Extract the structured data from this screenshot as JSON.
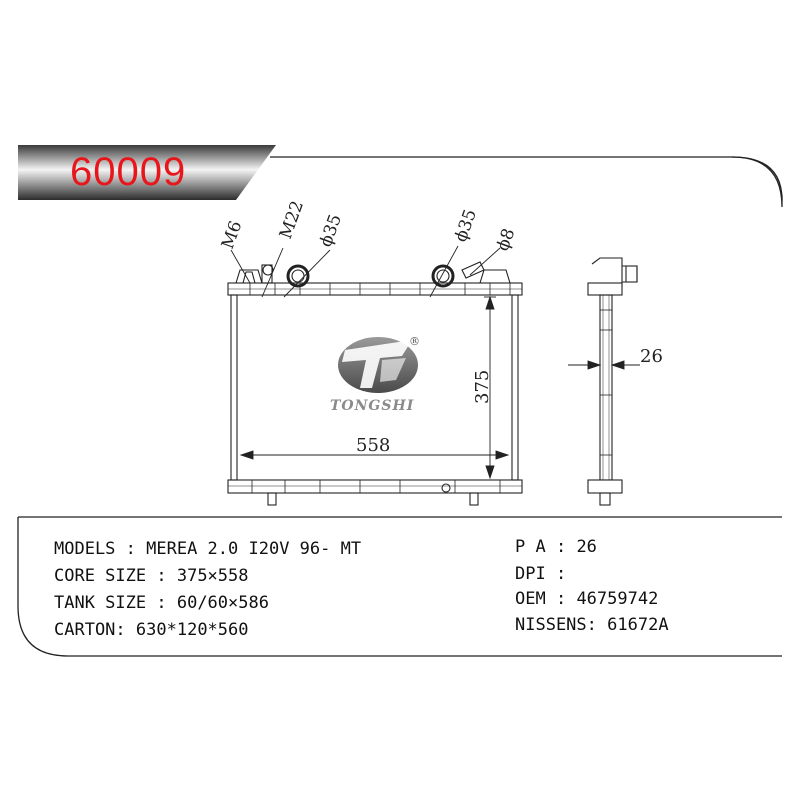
{
  "part_number": "60009",
  "drawing": {
    "front_labels": {
      "m6": "M6",
      "m22": "M22",
      "phi35_left": "ϕ35",
      "phi35_right": "ϕ35",
      "phi8": "ϕ8",
      "core_height": "375",
      "core_width": "558"
    },
    "side_labels": {
      "thickness": "26"
    },
    "logo": {
      "brand": "TONGSHI",
      "registered": "®"
    }
  },
  "specs": {
    "models": {
      "label": "MODELS",
      "sep": " : ",
      "value": "MEREA 2.0 I20V 96- MT"
    },
    "core_size": {
      "label": "CORE SIZE",
      "sep": " : ",
      "value": "375×558"
    },
    "tank_size": {
      "label": "TANK SIZE",
      "sep": " : ",
      "value": "60/60×586"
    },
    "carton": {
      "label": "CARTON",
      "sep": ": ",
      "value": "630*120*560"
    },
    "pa": {
      "label": "P A",
      "sep": " : ",
      "value": "26"
    },
    "dpi": {
      "label": "DPI",
      "sep": " : ",
      "value": ""
    },
    "oem": {
      "label": "OEM",
      "sep": " : ",
      "value": "46759742"
    },
    "nissens": {
      "label": "NISSENS",
      "sep": ": ",
      "value": "61672A"
    }
  }
}
